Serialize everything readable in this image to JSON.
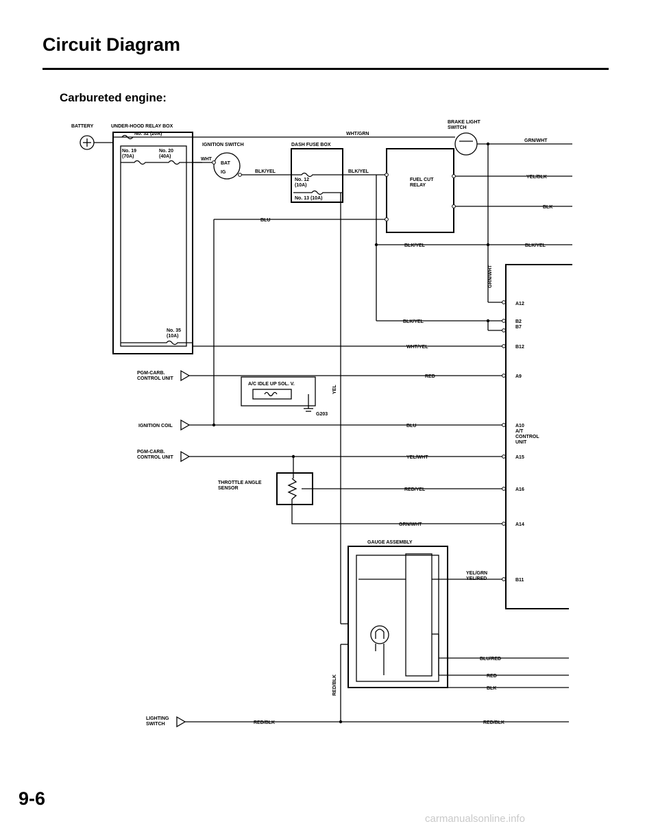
{
  "page": {
    "title": "Circuit Diagram",
    "subtitle": "Carbureted engine:",
    "page_number": "9-6",
    "watermark": "carmanualsonline.info"
  },
  "components": {
    "battery": "BATTERY",
    "relay_box": "UNDER-HOOD RELAY BOX",
    "fuse_32": "No. 32 (20A)",
    "fuse_19": "No. 19",
    "fuse_19_rating": "(70A)",
    "fuse_20": "No. 20",
    "fuse_20_rating": "(40A)",
    "fuse_35": "No. 35",
    "fuse_35_rating": "(10A)",
    "ignition_switch": "IGNITION SWITCH",
    "bat_terminal": "BAT",
    "ig_terminal": "IG",
    "dash_fuse_box": "DASH FUSE BOX",
    "fuse_12": "No. 12",
    "fuse_12_rating": "(10A)",
    "fuse_13": "No. 13 (10A)",
    "brake_switch_line1": "BRAKE LIGHT",
    "brake_switch_line2": "SWITCH",
    "fuel_cut_line1": "FUEL CUT",
    "fuel_cut_line2": "RELAY",
    "pgm_carb_line1": "PGM-CARB.",
    "pgm_carb_line2": "CONTROL UNIT",
    "ac_valve": "A/C IDLE UP SOL. V.",
    "g203": "G203",
    "ignition_coil": "IGNITION COIL",
    "throttle_line1": "THROTTLE ANGLE",
    "throttle_line2": "SENSOR",
    "gauge_assembly": "GAUGE ASSEMBLY",
    "lighting_line1": "LIGHTING",
    "lighting_line2": "SWITCH"
  },
  "wires": {
    "wht_grn": "WHT/GRN",
    "wht": "WHT",
    "blk_yel_ign": "BLK/YEL",
    "blk_yel_fuse": "BLK/YEL",
    "grn_wht_top": "GRN/WHT",
    "yel_blk": "YEL/BLK",
    "blk": "BLK",
    "blu_top": "BLU",
    "blk_yel_mid": "BLK/YEL",
    "blk_yel_right": "BLK/YEL",
    "grn_wht_vert": "GRN/WHT",
    "blk_yel_low": "BLK/YEL",
    "wht_yel": "WHT/YEL",
    "red": "RED",
    "yel_vert": "YEL",
    "blu_coil": "BLU",
    "yel_wht": "YEL/WHT",
    "red_yel": "RED/YEL",
    "grn_wht_low": "GRN/WHT",
    "yel_grn": "YEL/GRN",
    "yel_red": "YEL/RED",
    "blu_red": "BLU/RED",
    "red_gauge": "RED",
    "blk_gauge": "BLK",
    "red_blk_vert": "RED/BLK",
    "red_blk_left": "RED/BLK",
    "red_blk_right": "RED/BLK"
  },
  "terminals": {
    "a12": "A12",
    "b2": "B2",
    "b7": "B7",
    "b12": "B12",
    "a9": "A9",
    "a10": "A10",
    "at_line1": "A/T",
    "at_line2": "CONTROL",
    "at_line3": "UNIT",
    "a15": "A15",
    "a16": "A16",
    "a14": "A14",
    "b11": "B11"
  }
}
